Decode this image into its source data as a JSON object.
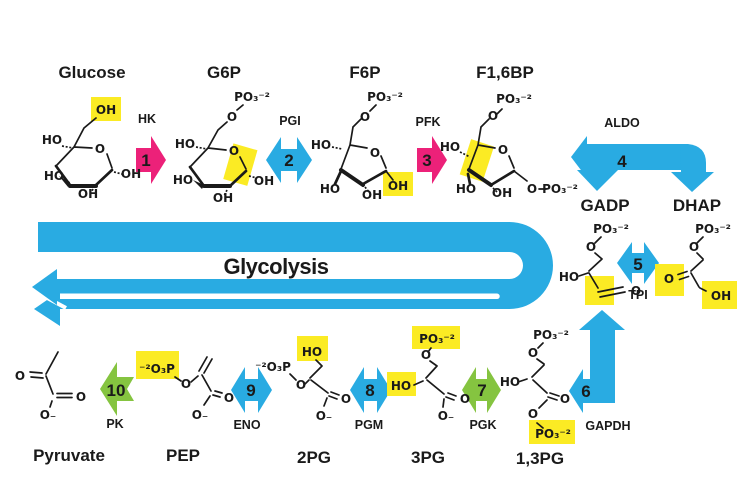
{
  "colors": {
    "blue": "#29ABE2",
    "pink": "#EC2179",
    "green": "#85C440",
    "yellow": "#FBEB24",
    "ink": "#1A1A1A"
  },
  "banner": {
    "label": "Glycolysis"
  },
  "molecules": {
    "glucose": {
      "name": "Glucose"
    },
    "g6p": {
      "name": "G6P"
    },
    "f6p": {
      "name": "F6P"
    },
    "f16bp": {
      "name": "F1,6BP"
    },
    "gadp": {
      "name": "GADP"
    },
    "dhap": {
      "name": "DHAP"
    },
    "bpg13": {
      "name": "1,3PG"
    },
    "pg3": {
      "name": "3PG"
    },
    "pg2": {
      "name": "2PG"
    },
    "pep": {
      "name": "PEP"
    },
    "pyruvate": {
      "name": "Pyruvate"
    }
  },
  "enzymes": {
    "hk": "HK",
    "pgi": "PGI",
    "pfk": "PFK",
    "aldo": "ALDO",
    "tpi": "TPI",
    "gapdh": "GAPDH",
    "pgk": "PGK",
    "pgm": "PGM",
    "eno": "ENO",
    "pk": "PK"
  },
  "steps": {
    "s1": "1",
    "s2": "2",
    "s3": "3",
    "s4": "4",
    "s5": "5",
    "s6": "6",
    "s7": "7",
    "s8": "8",
    "s9": "9",
    "s10": "10"
  },
  "atoms": {
    "o": "O",
    "oh": "OH",
    "ho": "HO",
    "po32": "PO₃⁻²",
    "o3p2": "⁻²O₃P",
    "ominus": "O₋"
  }
}
